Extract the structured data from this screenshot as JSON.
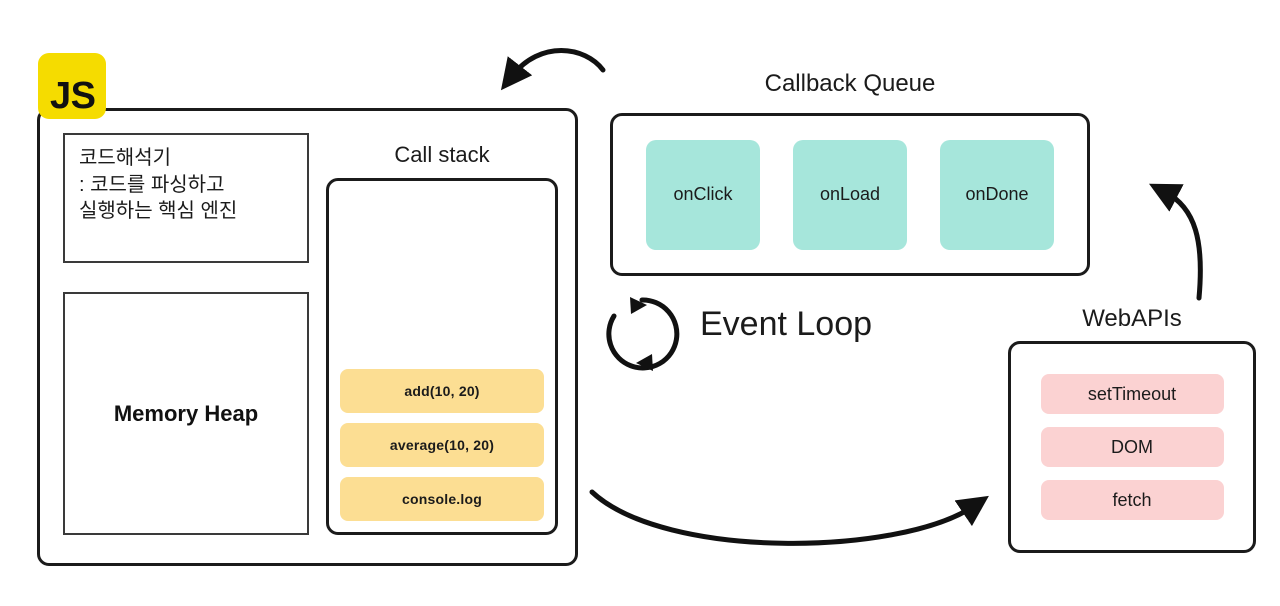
{
  "diagram": {
    "title_semantics": "javascript-runtime-event-loop-diagram",
    "colors": {
      "js_badge": "#F5DC00",
      "stack_frame": "#FCDE93",
      "queue_item": "#A6E6DB",
      "api_item": "#FBD2D2",
      "outline": "#1b1b1b",
      "background": "#ffffff"
    }
  },
  "js_engine": {
    "badge_label": "JS",
    "interpreter_note": {
      "lines": [
        "코드해석기",
        ": 코드를 파싱하고",
        "실행하는 핵심 엔진"
      ]
    },
    "memory_heap_label": "Memory Heap"
  },
  "call_stack": {
    "title": "Call stack",
    "frames": [
      {
        "label": "add(10, 20)"
      },
      {
        "label": "average(10, 20)"
      },
      {
        "label": "console.log"
      }
    ]
  },
  "callback_queue": {
    "title": "Callback Queue",
    "items": [
      {
        "label": "onClick"
      },
      {
        "label": "onLoad"
      },
      {
        "label": "onDone"
      }
    ]
  },
  "event_loop": {
    "label": "Event Loop",
    "icon": "circular-refresh-icon"
  },
  "web_apis": {
    "title": "WebAPIs",
    "items": [
      {
        "label": "setTimeout"
      },
      {
        "label": "DOM"
      },
      {
        "label": "fetch"
      }
    ]
  },
  "arrows": [
    {
      "name": "queue-to-engine-arrow",
      "from": "callback-queue",
      "to": "js-engine"
    },
    {
      "name": "engine-to-webapis-arrow",
      "from": "js-engine",
      "to": "web-apis"
    },
    {
      "name": "webapis-to-queue-arrow",
      "from": "web-apis",
      "to": "callback-queue"
    }
  ]
}
